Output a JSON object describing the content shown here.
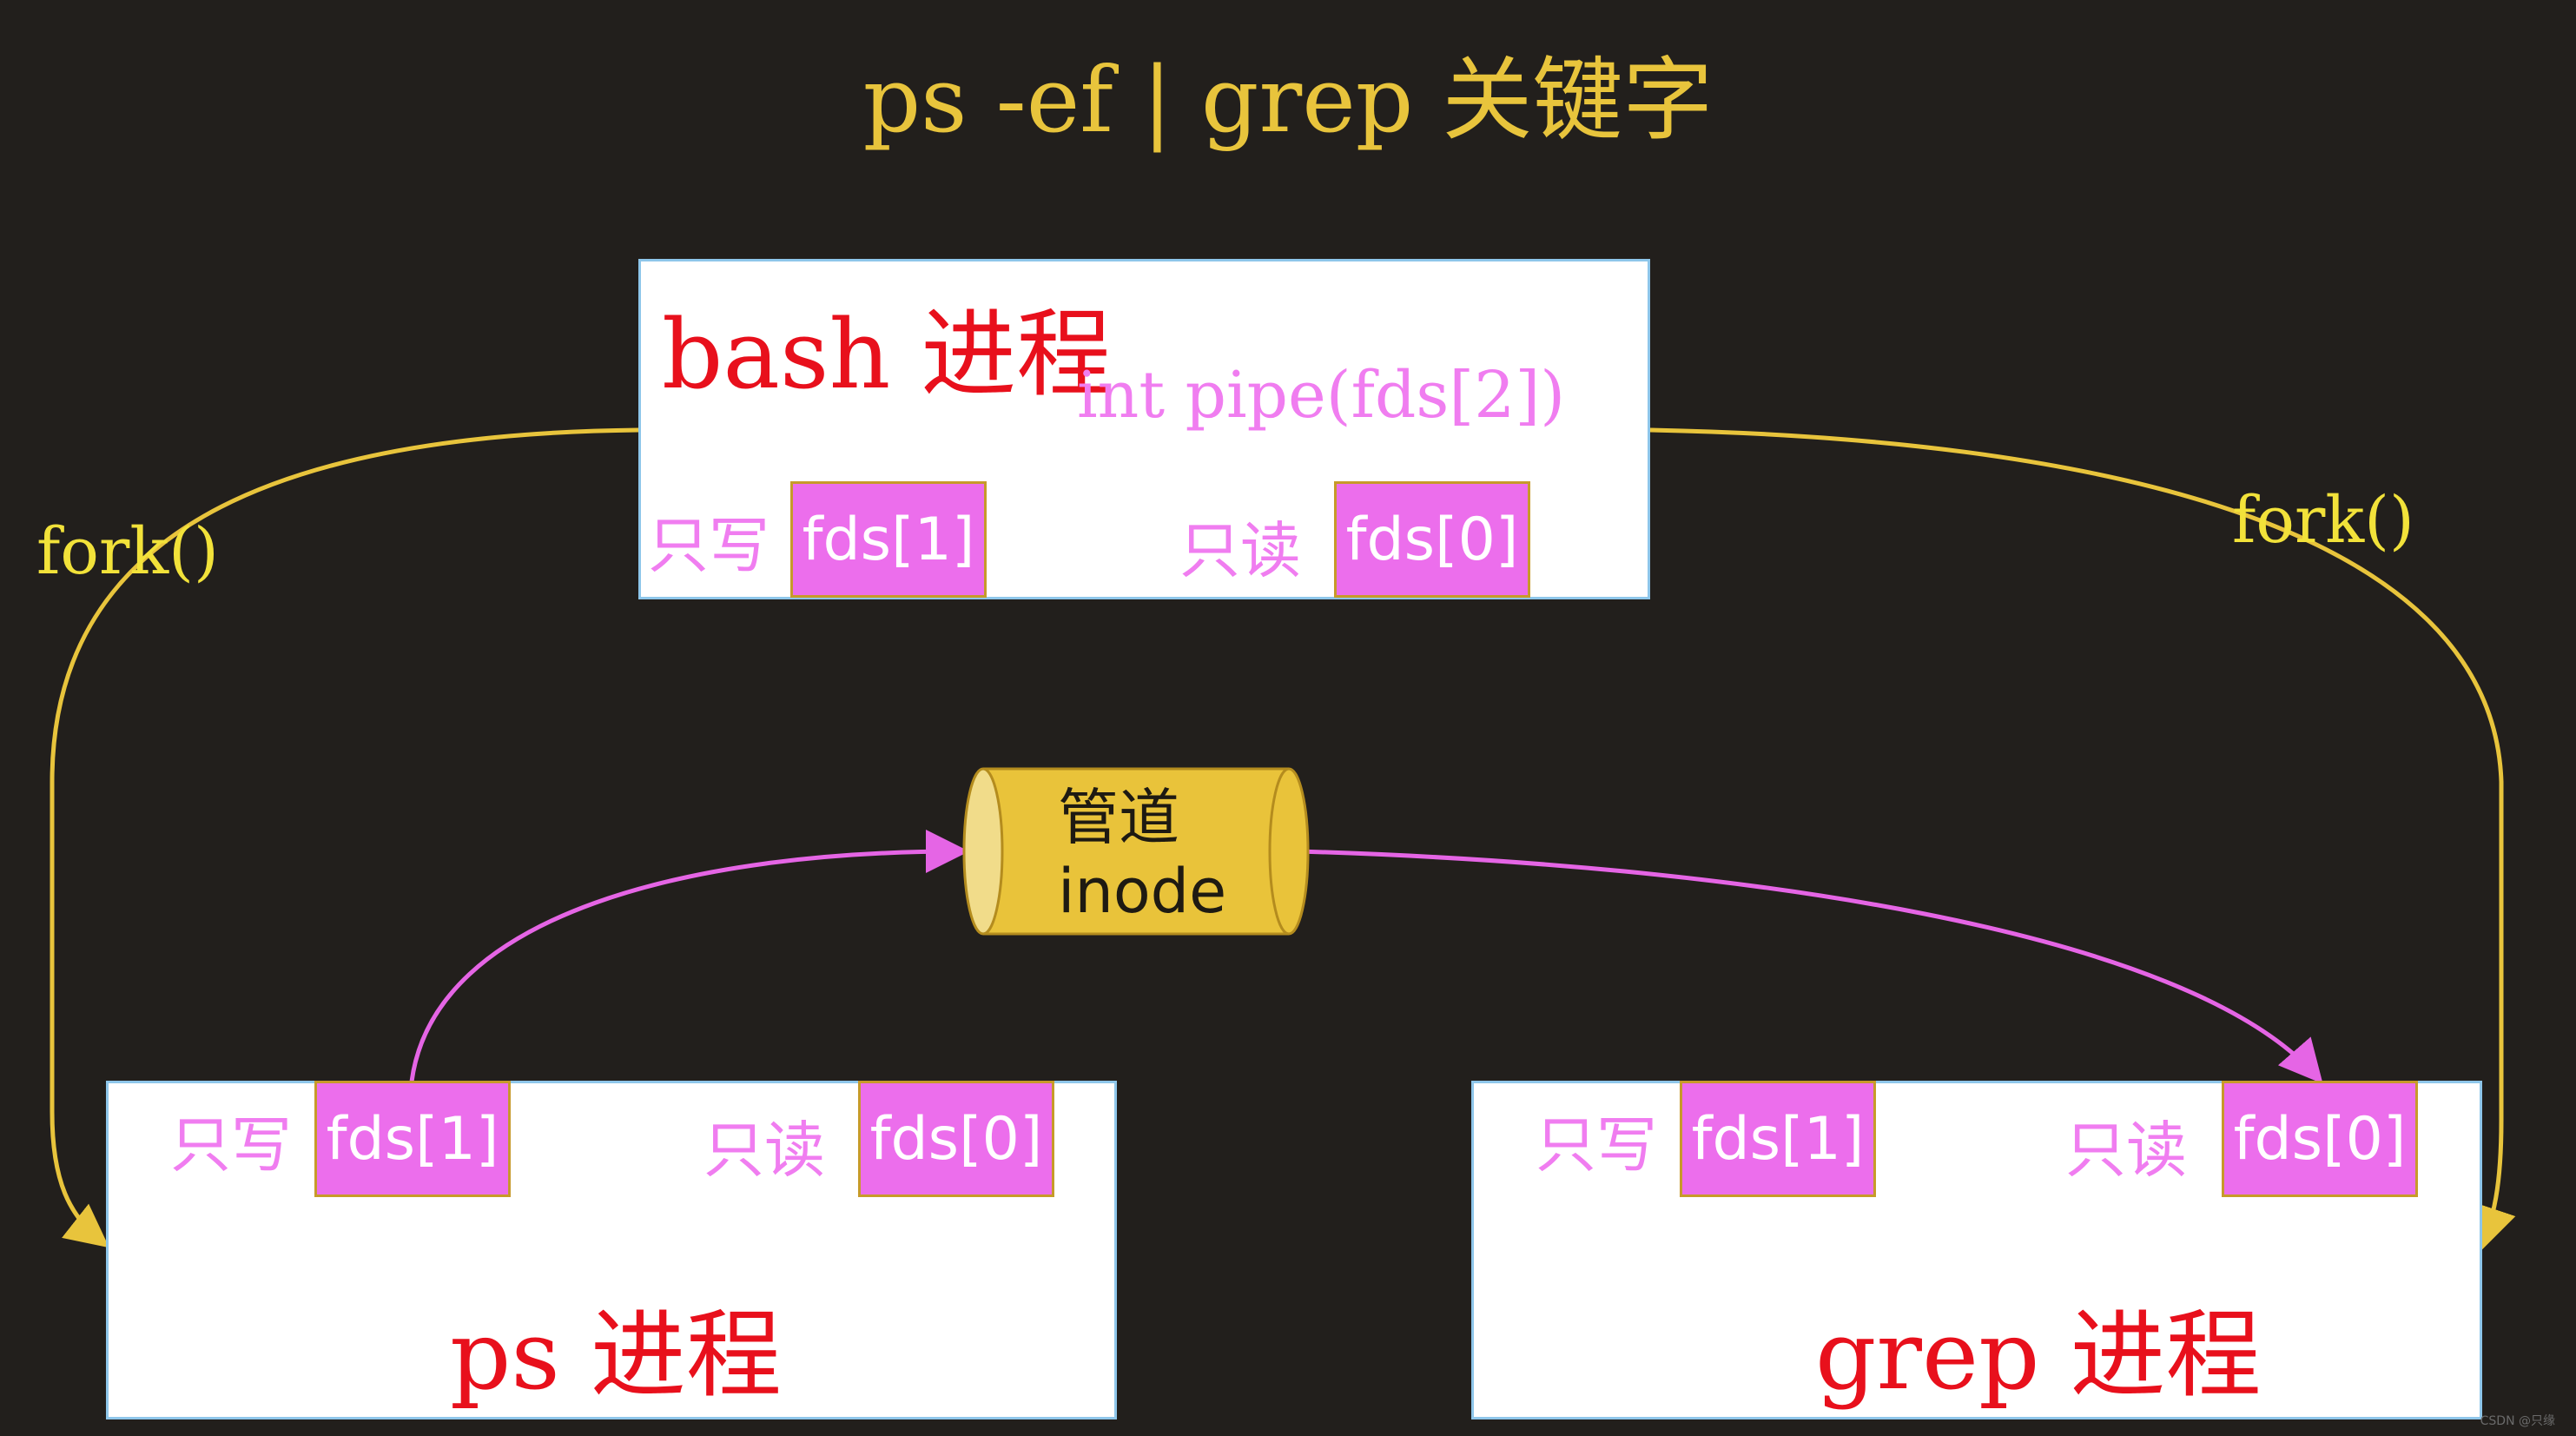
{
  "title": "ps -ef | grep 关键字",
  "bash": {
    "name": "bash 进程",
    "call": "int pipe(fds[2])",
    "write_label": "只写",
    "write_fd": "fds[1]",
    "read_label": "只读",
    "read_fd": "fds[0]"
  },
  "pipe": {
    "name": "管道",
    "sub": "inode"
  },
  "ps": {
    "name": "ps 进程",
    "write_label": "只写",
    "write_fd": "fds[1]",
    "read_label": "只读",
    "read_fd": "fds[0]"
  },
  "grep": {
    "name": "grep 进程",
    "write_label": "只写",
    "write_fd": "fds[1]",
    "read_label": "只读",
    "read_fd": "fds[0]"
  },
  "fork_left": "fork()",
  "fork_right": "fork()",
  "watermark": "CSDN @只缘",
  "colors": {
    "background": "#221f1c",
    "title": "#e8c43c",
    "process_name": "#e8101c",
    "fd_box": "#ec6eec",
    "fork": "#f2e23a",
    "pipe": "#e9c33a",
    "pipe_arrow": "#e565e5"
  }
}
